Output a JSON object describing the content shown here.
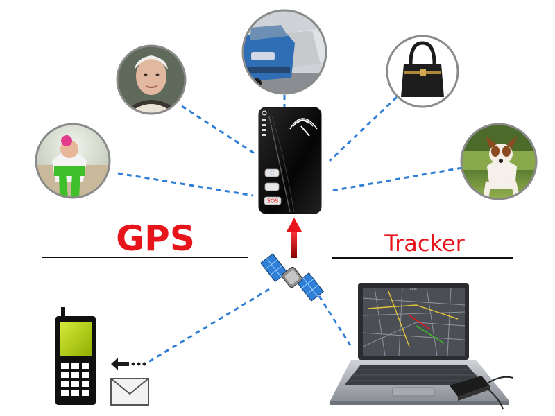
{
  "labels": {
    "gps": "GPS",
    "tracker": "Tracker"
  },
  "device": {
    "button_top": "C",
    "button_mid": "",
    "button_sos": "SOS"
  },
  "laptop": {
    "brand": "acer"
  },
  "colors": {
    "title_red": "#e8141b",
    "connector_blue": "#2f7fd6",
    "arrow_red": "#c8141b",
    "phone_screen": "#b7d40a"
  },
  "icons": [
    "child-photo-icon",
    "elderly-woman-photo-icon",
    "car-photo-icon",
    "handbag-photo-icon",
    "dog-photo-icon",
    "gps-tracker-device-icon",
    "satellite-icon",
    "mobile-phone-icon",
    "envelope-icon",
    "laptop-icon"
  ]
}
